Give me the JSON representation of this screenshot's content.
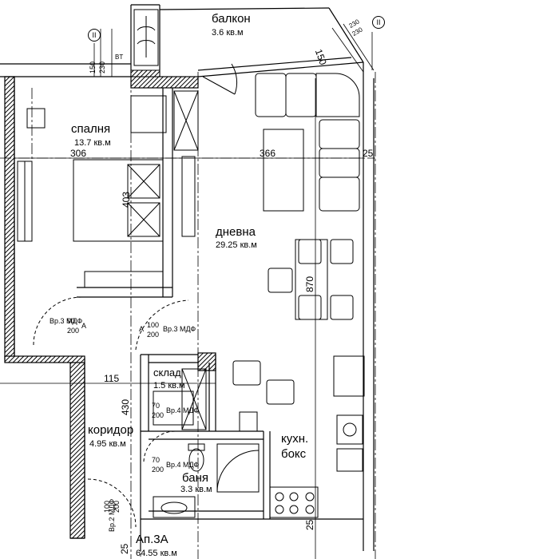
{
  "rooms": {
    "balcony": {
      "name": "балкон",
      "area": "3.6 кв.м"
    },
    "bedroom": {
      "name": "спалня",
      "area": "13.7 кв.м"
    },
    "living": {
      "name": "дневна",
      "area": "29.25 кв.м"
    },
    "storage": {
      "name": "склад",
      "area": "1.5 кв.м"
    },
    "corridor": {
      "name": "коридор",
      "area": "4.95 кв.м"
    },
    "bathroom": {
      "name": "баня",
      "area": "3.3 кв.м"
    },
    "kitchen": {
      "name_line1": "кухн.",
      "name_line2": "бокс"
    }
  },
  "apartment": {
    "name": "Ап.3А",
    "area": "64.55 кв.м"
  },
  "dimensions": {
    "bedroom_width": "306",
    "living_width": "366",
    "side_25": "25",
    "bed_length": "403",
    "living_length": "870",
    "corridor_length": "430",
    "storage_width": "115",
    "balcony_depth": "150",
    "balcony_top_a": "150",
    "balcony_top_b": "230",
    "balcony_right_a": "230",
    "balcony_right_b": "230",
    "bottom_25": "25",
    "bottom_right_25": "25"
  },
  "axis_marks": {
    "left": "II",
    "right": "II"
  },
  "labels": {
    "bt": "BT"
  },
  "doors": {
    "bedroom": {
      "type": "Вр.3 МДФ",
      "size_w": "90",
      "size_h": "200",
      "mark": "A"
    },
    "living": {
      "type": "Вр.3 МДФ",
      "size_w": "100",
      "size_h": "200",
      "mark": "A"
    },
    "storage": {
      "type": "Вр.4 МДФ",
      "size_w": "70",
      "size_h": "200"
    },
    "bathroom": {
      "type": "Вр.4 МДФ",
      "size_w": "70",
      "size_h": "200"
    },
    "entrance": {
      "type": "Вр.2 МДФ",
      "size_w": "100",
      "size_h": "200"
    }
  },
  "colors": {
    "line": "#000000",
    "wall_hatch": "#000000",
    "background": "#ffffff"
  }
}
